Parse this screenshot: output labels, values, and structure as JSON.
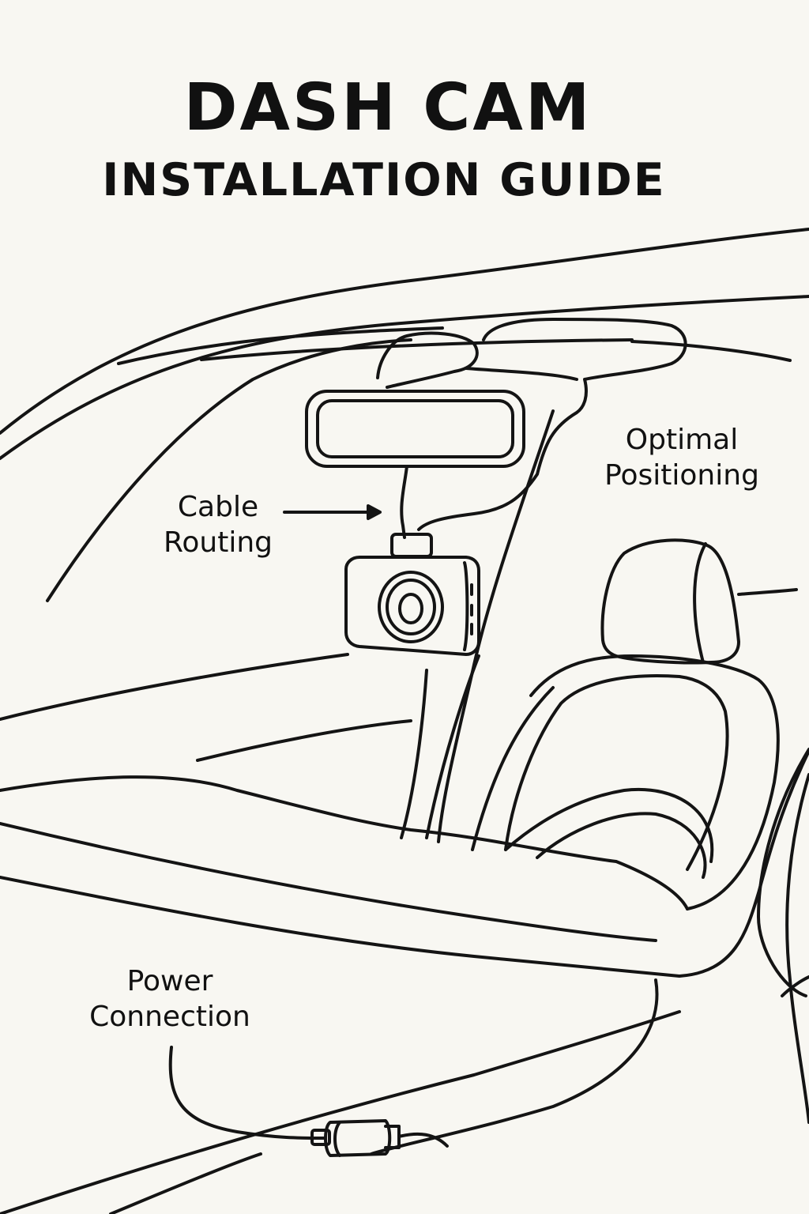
{
  "title": {
    "line1": "DASH CAM",
    "line2": "INSTALLATION GUIDE"
  },
  "labels": {
    "cable_routing": [
      "Cable",
      "Routing"
    ],
    "optimal_positioning": [
      "Optimal",
      "Positioning"
    ],
    "power_connection": [
      "Power",
      "Connection"
    ]
  },
  "colors": {
    "background": "#f8f7f2",
    "ink": "#141414"
  }
}
